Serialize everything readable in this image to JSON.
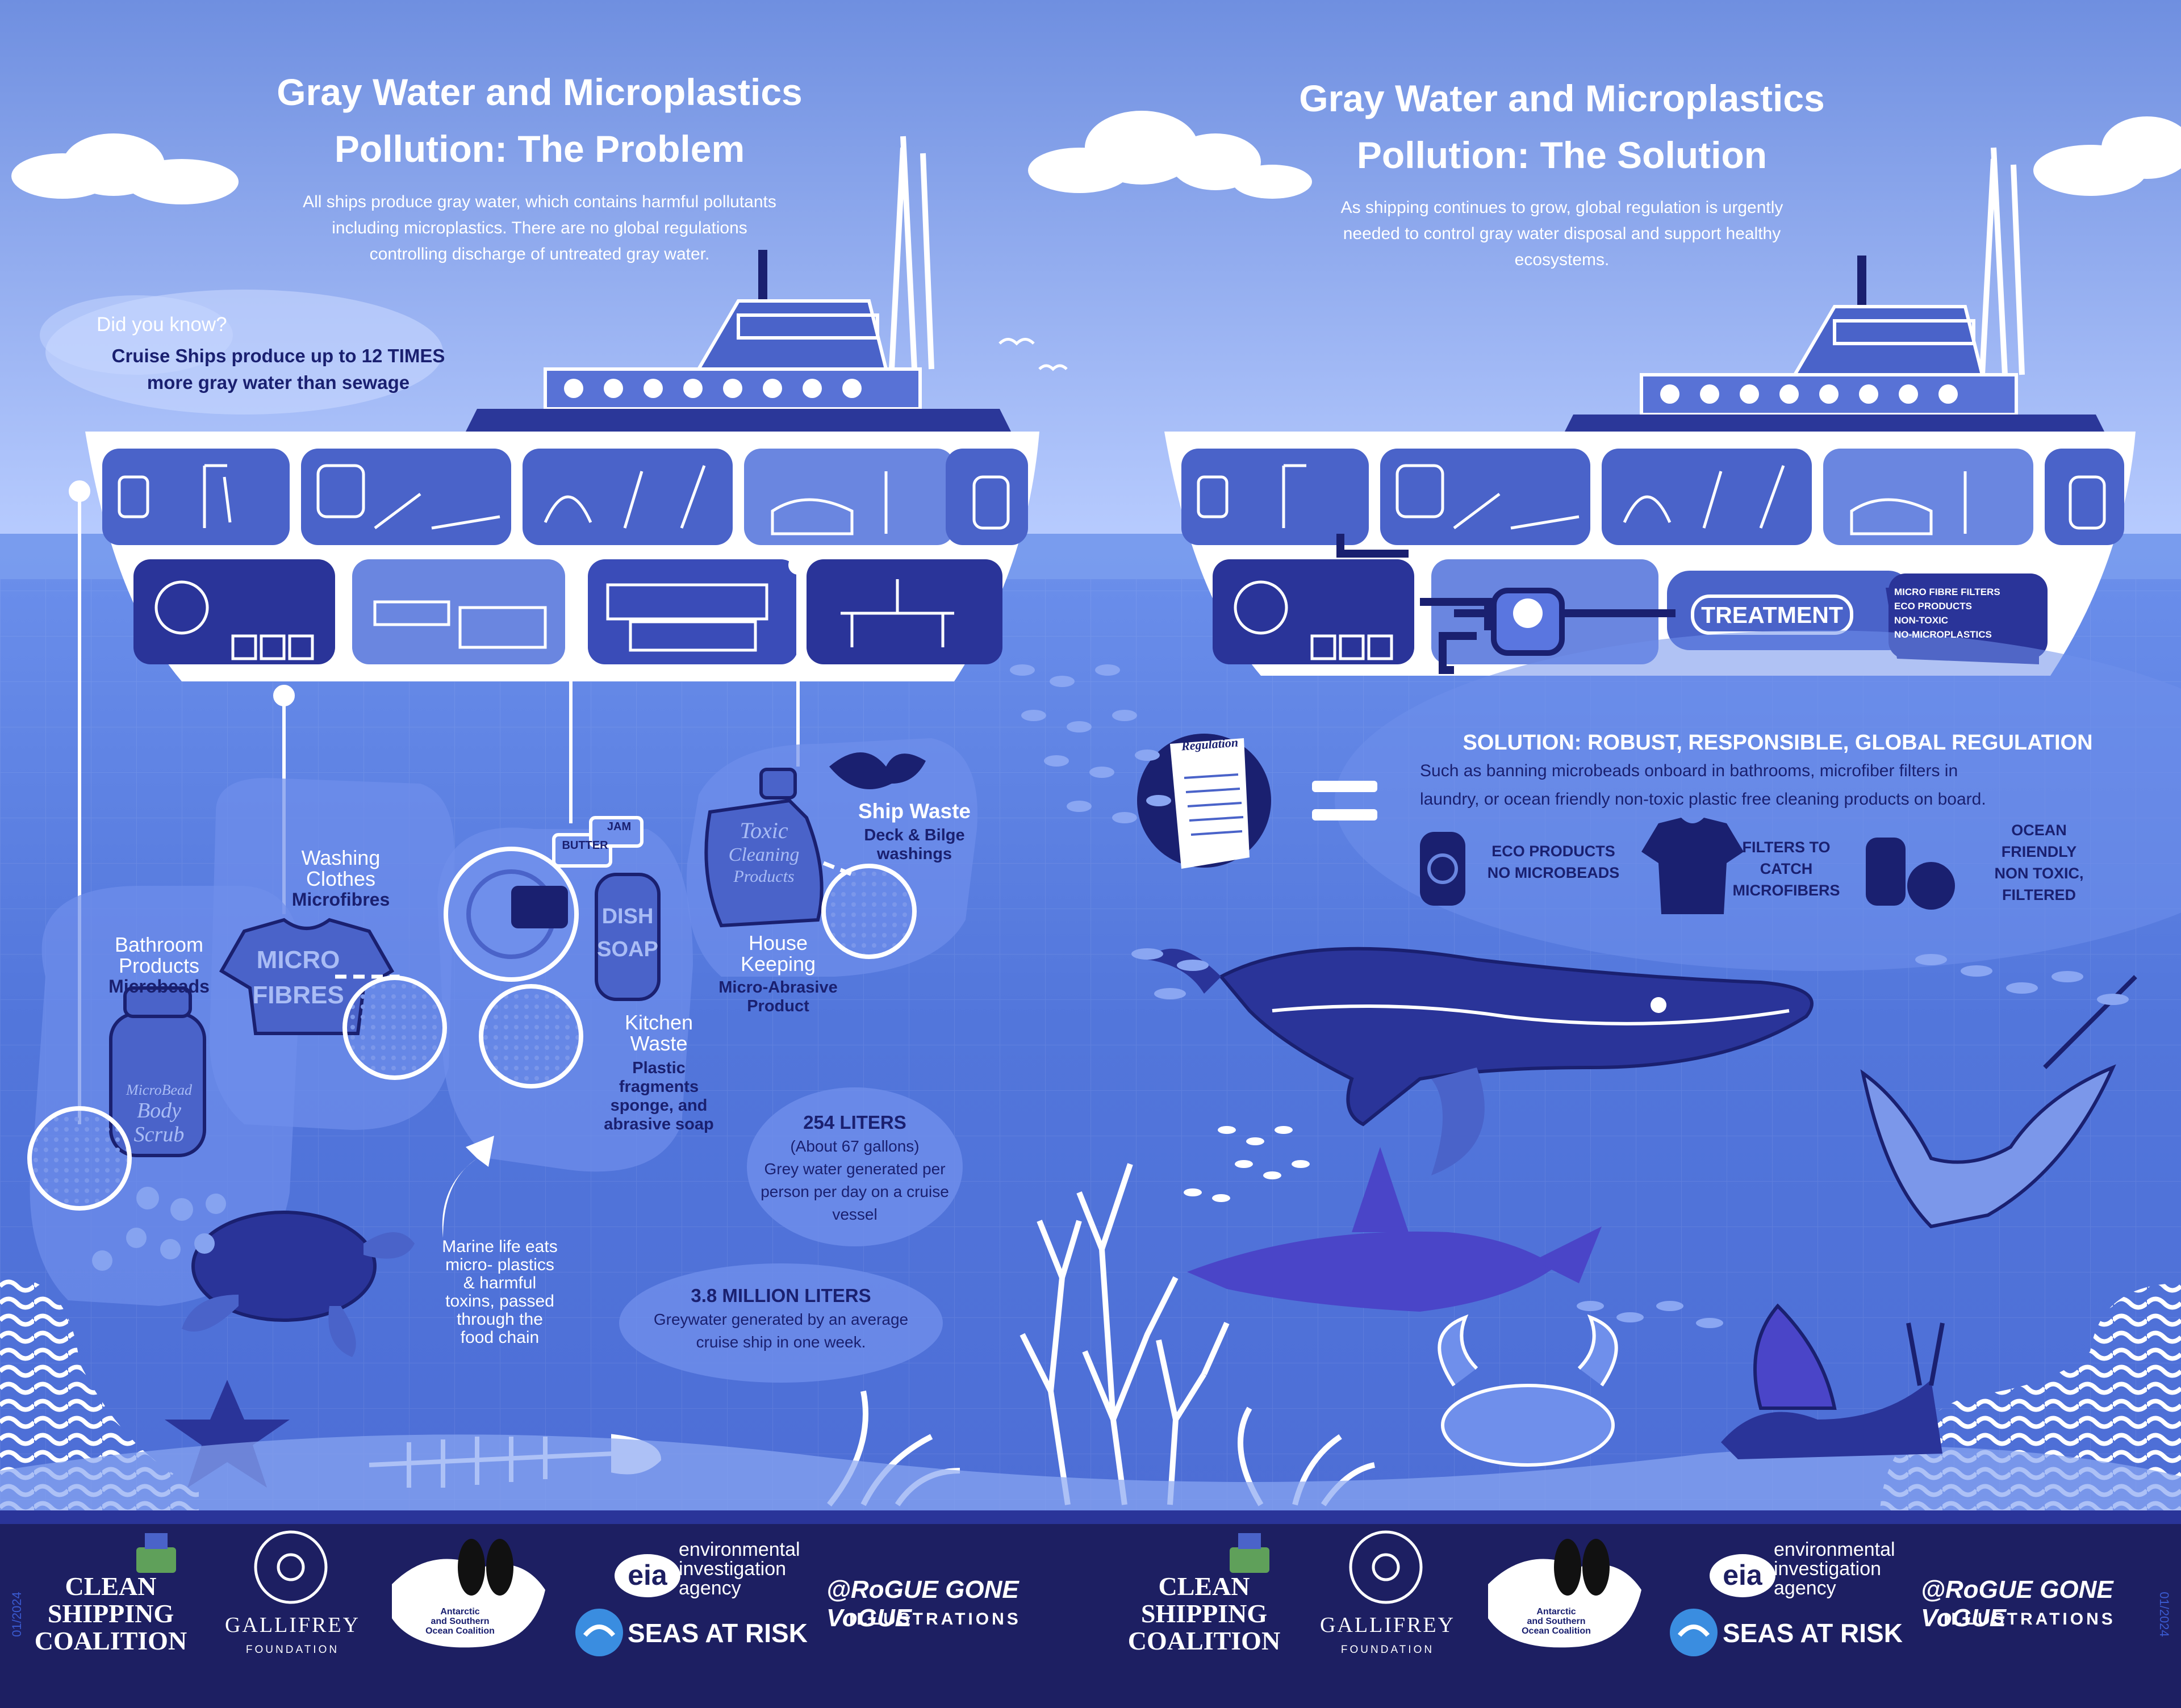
{
  "problem": {
    "title_line1": "Gray Water and Microplastics",
    "title_line2": "Pollution: The Problem",
    "intro_line1": "All ships produce gray water, which contains harmful pollutants",
    "intro_line2": "including microplastics. There are no global regulations",
    "intro_line3": "controlling discharge of untreated gray water.",
    "did_you_know": {
      "heading": "Did you know?",
      "line1": "Cruise Ships produce up to 12 TIMES",
      "line2": "more gray water than sewage"
    },
    "sources": {
      "bathroom": {
        "line1": "Bathroom",
        "line2": "Products",
        "sub": "Microbeads",
        "bottle_line1": "MicroBead",
        "bottle_line2": "Body",
        "bottle_line3": "Scrub"
      },
      "laundry": {
        "line1": "Washing",
        "line2": "Clothes",
        "sub": "Microfibres",
        "shirt_line1": "MICRO",
        "shirt_line2": "FIBRES"
      },
      "kitchen": {
        "line1": "Kitchen",
        "line2": "Waste",
        "sub1": "Plastic",
        "sub2": "fragments",
        "sub3": "sponge, and",
        "sub4": "abrasive soap",
        "tub1": "BUTTER",
        "tub2": "JAM",
        "soap1": "DISH",
        "soap2": "SOAP"
      },
      "housekeeping": {
        "line1": "House",
        "line2": "Keeping",
        "sub1": "Micro-Abrasive",
        "sub2": "Product",
        "jug1": "Toxic",
        "jug2": "Cleaning",
        "jug3": "Products"
      },
      "ship_waste": {
        "title": "Ship Waste",
        "sub1": "Deck & Bilge",
        "sub2": "washings"
      }
    },
    "marine": {
      "line1": "Marine life eats",
      "line2": "micro- plastics",
      "line3": "& harmful",
      "line4": "toxins, passed",
      "line5": "through the",
      "line6": "food chain"
    },
    "stat_254": {
      "big": "254 LITERS",
      "l1": "(About 67 gallons)",
      "l2": "Grey water generated per",
      "l3": "person per day on a cruise",
      "l4": "vessel"
    },
    "stat_38": {
      "big": "3.8 MILLION LITERS",
      "l1": "Greywater generated by an average",
      "l2": "cruise ship in one week."
    }
  },
  "solution": {
    "title_line1": "Gray Water and Microplastics",
    "title_line2": "Pollution: The Solution",
    "intro_line1": "As shipping continues to grow, global regulation is urgently",
    "intro_line2": "needed to control gray water disposal and support healthy",
    "intro_line3": "ecosystems.",
    "treatment": "TREATMENT",
    "filters": [
      "MICRO FIBRE FILTERS",
      "ECO PRODUCTS",
      "NON-TOXIC",
      "NO-MICROPLASTICS"
    ],
    "regulation_doc": "Regulation",
    "heading": "SOLUTION: ROBUST, RESPONSIBLE, GLOBAL REGULATION",
    "body_line1": "Such as banning microbeads onboard in bathrooms, microfiber filters in",
    "body_line2": "laundry, or ocean friendly non-toxic plastic free cleaning products on board.",
    "items": {
      "eco": {
        "l1": "ECO PRODUCTS",
        "l2": "NO MICROBEADS"
      },
      "filters": {
        "l1": "FILTERS TO",
        "l2": "CATCH",
        "l3": "MICROFIBERS"
      },
      "ocean": {
        "l1": "OCEAN",
        "l2": "FRIENDLY",
        "l3": "NON TOXIC,",
        "l4": "FILTERED"
      }
    }
  },
  "footer": {
    "date_tag": "01/2024",
    "clean_l1": "CLEAN",
    "clean_l2": "SHIPPING",
    "clean_l3": "COALITION",
    "gallifrey": "GALLIFREY",
    "gallifrey_sub": "FOUNDATION",
    "asoc_l1": "Antarctic",
    "asoc_l2": "and Southern",
    "asoc_l3": "Ocean Coalition",
    "eia_mark": "eia",
    "eia_l1": "environmental",
    "eia_l2": "investigation",
    "eia_l3": "agency",
    "seas": "SEAS AT RISK",
    "rogue_l1": "@RoGUE GONE VoGUE",
    "rogue_l2": "ILLUSTRATIONS"
  },
  "colors": {
    "sky_top": "#6f8fe0",
    "sky_bottom": "#b3c8ff",
    "sea": "#5b7fe0",
    "navy": "#1a2070",
    "hull": "#ffffff",
    "deck": "#4a63c9",
    "footer": "#1d1f62"
  }
}
